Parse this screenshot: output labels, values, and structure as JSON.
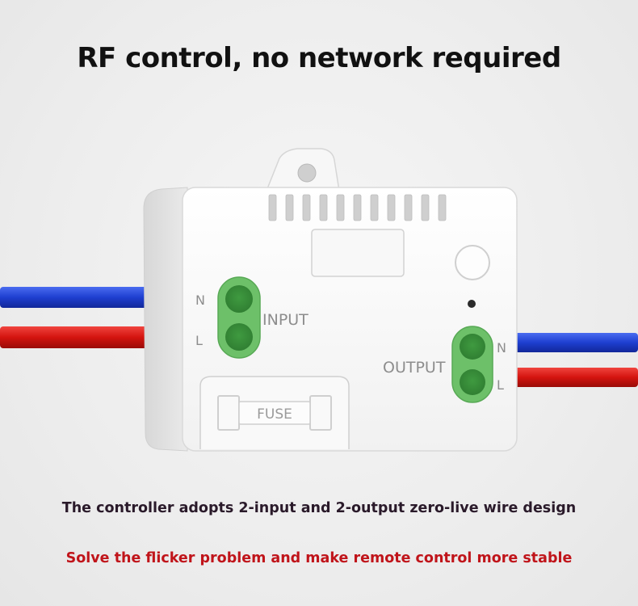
{
  "headline": "RF control, no network required",
  "device": {
    "input_label": "INPUT",
    "output_label": "OUTPUT",
    "fuse_label": "FUSE",
    "input_n": "N",
    "input_l": "L",
    "output_n": "N",
    "output_l": "L"
  },
  "caption": {
    "line1": "The controller adopts 2-input and 2-output zero-live wire design",
    "line2": "Solve the flicker problem and make remote control more stable"
  },
  "colors": {
    "line1": "#2a1a2a",
    "line2": "#c0141a",
    "terminal": "#6dc069",
    "wire_blue": "#1e3fd0",
    "wire_red": "#d4140f"
  }
}
